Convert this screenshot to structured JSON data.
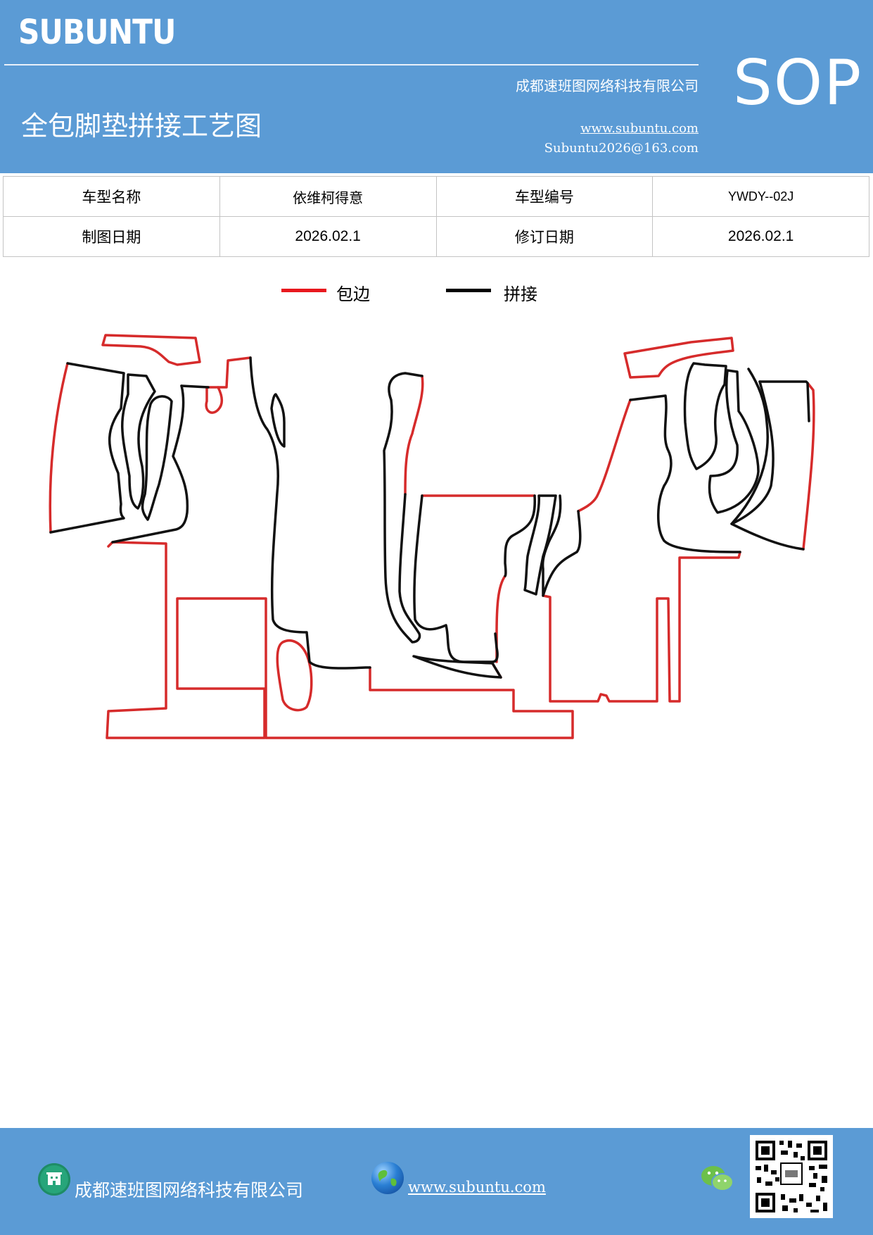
{
  "header": {
    "brand": "SUBUNTU",
    "company": "成都速班图网络科技有限公司",
    "doc_title": "全包脚垫拼接工艺图",
    "website": "www.subuntu.com",
    "email": "Subuntu2026@163.com",
    "badge": "SOP"
  },
  "info_table": {
    "model_name_label": "车型名称",
    "model_name": "依维柯得意",
    "model_code_label": "车型编号",
    "model_code": "YWDY--02J",
    "draw_date_label": "制图日期",
    "draw_date": "2026.02.1",
    "revise_date_label": "修订日期",
    "revise_date": "2026.02.1"
  },
  "legend": [
    {
      "label": "包边",
      "color": "#e8181e"
    },
    {
      "label": "拼接",
      "color": "#000000"
    }
  ],
  "colors": {
    "header_bg": "#5b9bd5",
    "edge_line": "#d62b2b",
    "seam_line": "#111111"
  },
  "footer": {
    "company": "成都速班图网络科技有限公司",
    "website": "www.subuntu.com",
    "icons": [
      "building-icon",
      "globe-icon",
      "wechat-icon",
      "qr-code"
    ]
  }
}
